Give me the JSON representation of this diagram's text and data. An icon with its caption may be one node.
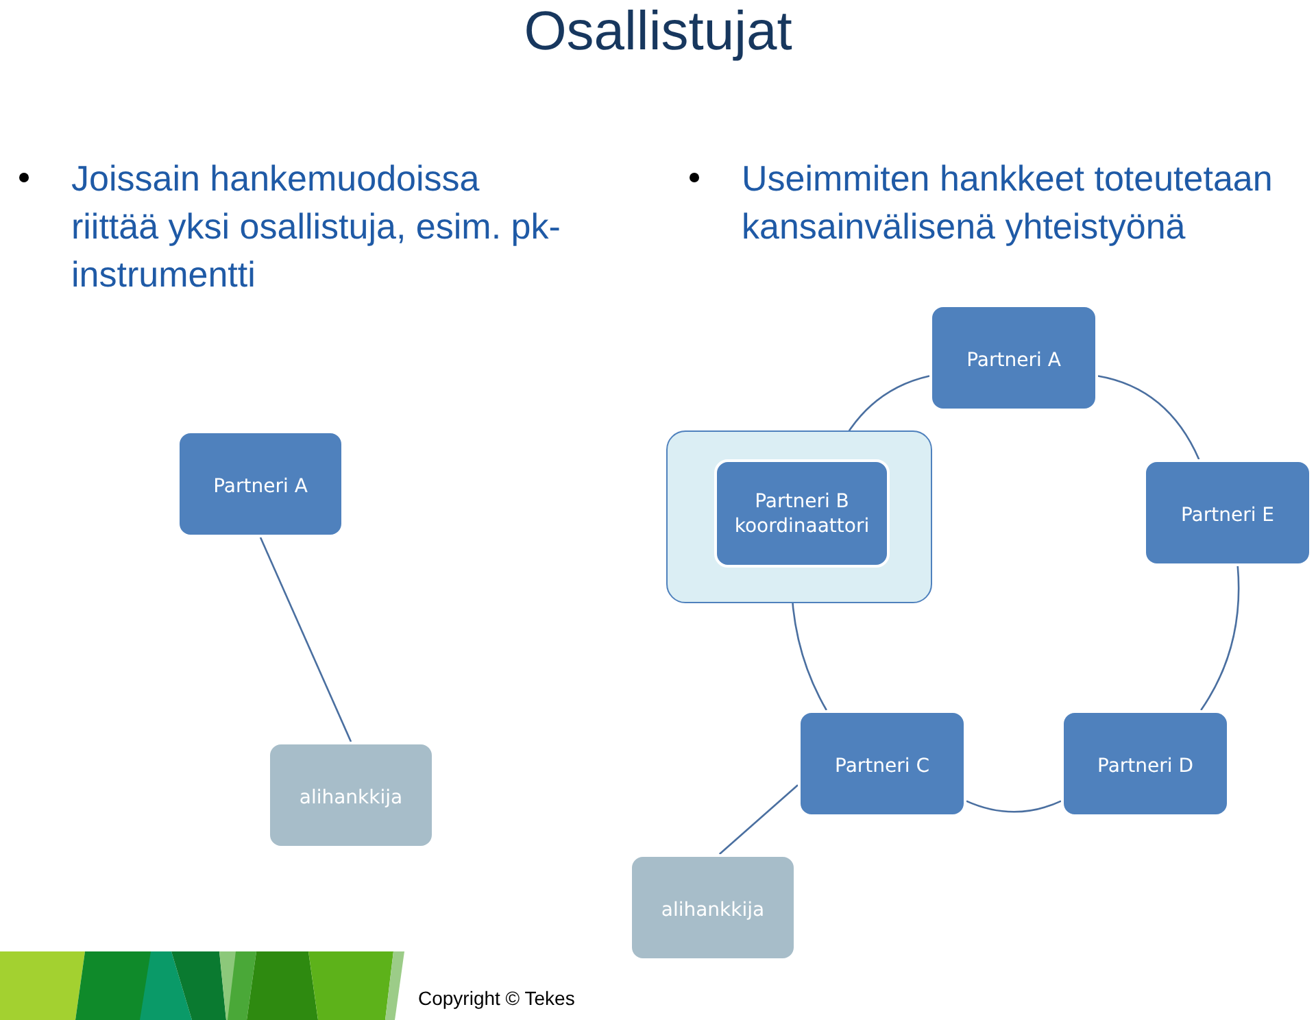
{
  "diagram": {
    "title": "Osallistujat",
    "nodes": [
      {
        "text": [
          "Partneri A"
        ]
      },
      {
        "text": [
          "alihankkija"
        ]
      },
      {
        "text": [],
        "shape": "box"
      },
      {
        "text": [
          "Partneri B koordinaattori"
        ],
        "in": 2
      },
      {
        "text": [
          "Partneri A"
        ]
      },
      {
        "text": [
          "Partneri E"
        ]
      },
      {
        "text": [
          "Partneri D"
        ]
      },
      {
        "text": [
          "Partneri C"
        ]
      },
      {
        "text": [
          "alihankkija"
        ]
      }
    ],
    "edges": [
      {
        "from": 0,
        "to": 1,
        "arrow": "none"
      },
      {
        "from": 3,
        "to": 4,
        "arrow": "none"
      },
      {
        "from": 4,
        "to": 5,
        "arrow": "none"
      },
      {
        "from": 5,
        "to": 6,
        "arrow": "none"
      },
      {
        "from": 6,
        "to": 7,
        "arrow": "none"
      },
      {
        "from": 7,
        "to": 3,
        "arrow": "none"
      },
      {
        "from": 7,
        "to": 8,
        "arrow": "none"
      }
    ],
    "labels": [
      "Joissain hankemuodoissa riittää yksi osallistuja, esim. pk-instrumentti",
      "Useimmiten hankkeet toteutetaan kansainvälisenä yhteistyönä",
      "Copyright © Tekes"
    ]
  }
}
